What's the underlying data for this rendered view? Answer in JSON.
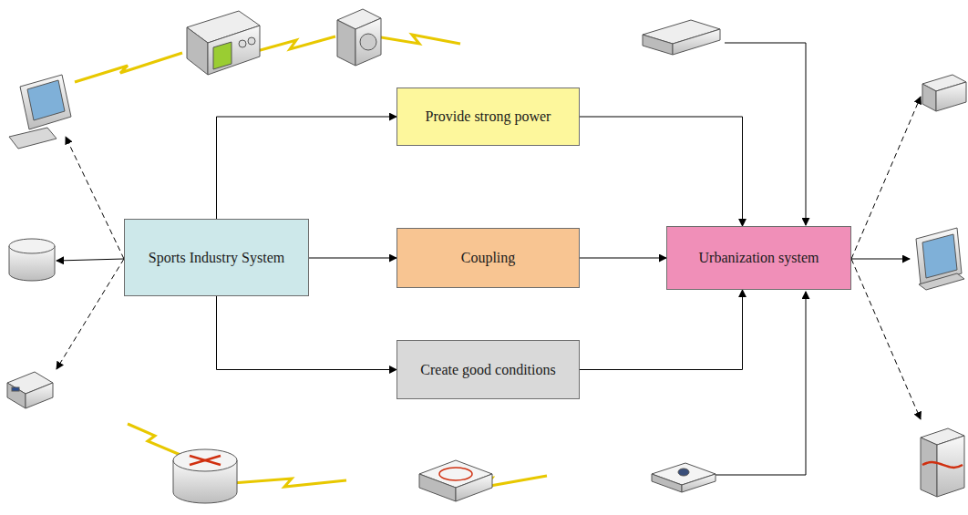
{
  "diagram": {
    "nodes": [
      {
        "text": [
          "Sports Industry System"
        ]
      },
      {
        "text": [
          "Provide strong power"
        ]
      },
      {
        "text": [
          "Coupling"
        ]
      },
      {
        "text": [
          "Create good conditions"
        ]
      },
      {
        "text": [
          "Urbanization system"
        ]
      }
    ],
    "edges": [
      {
        "from": 0,
        "to": 1,
        "arrow": "to"
      },
      {
        "from": 0,
        "to": 2,
        "arrow": "to"
      },
      {
        "from": 0,
        "to": 3,
        "arrow": "to"
      },
      {
        "from": 1,
        "to": 4,
        "arrow": "to"
      },
      {
        "from": 2,
        "to": 4,
        "arrow": "to"
      },
      {
        "from": 3,
        "to": 4,
        "arrow": "to"
      }
    ]
  }
}
